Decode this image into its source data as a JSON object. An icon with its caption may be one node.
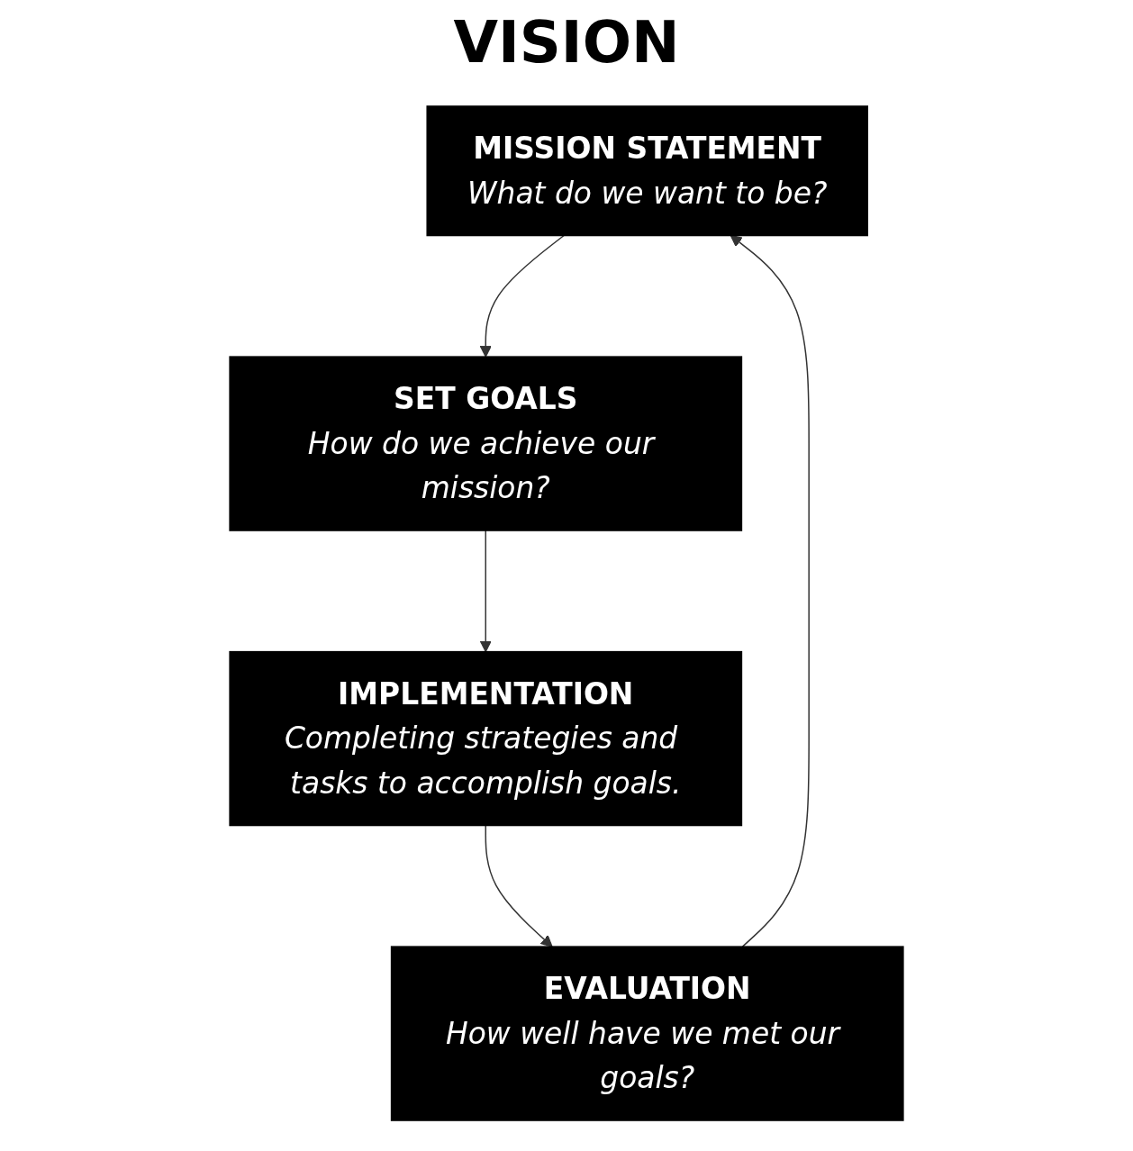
{
  "diagram": {
    "nodes": [
      {
        "text": [
          "MISSION STATEMENT",
          "What do we want to be?"
        ]
      },
      {
        "text": [
          "SET GOALS",
          "How do we achieve our mission?"
        ]
      },
      {
        "text": [
          "IMPLEMENTATION",
          "Completing strategies and tasks to accomplish goals."
        ]
      },
      {
        "text": [
          "EVALUATION",
          "How well have we met our goals?"
        ]
      }
    ],
    "edges": [
      {
        "from": 0,
        "to": 1,
        "arrow": "to"
      },
      {
        "from": 1,
        "to": 2,
        "arrow": "to"
      },
      {
        "from": 2,
        "to": 3,
        "arrow": "to"
      },
      {
        "from": 3,
        "to": 0,
        "arrow": "to"
      }
    ],
    "labels": [
      "VISION"
    ]
  }
}
